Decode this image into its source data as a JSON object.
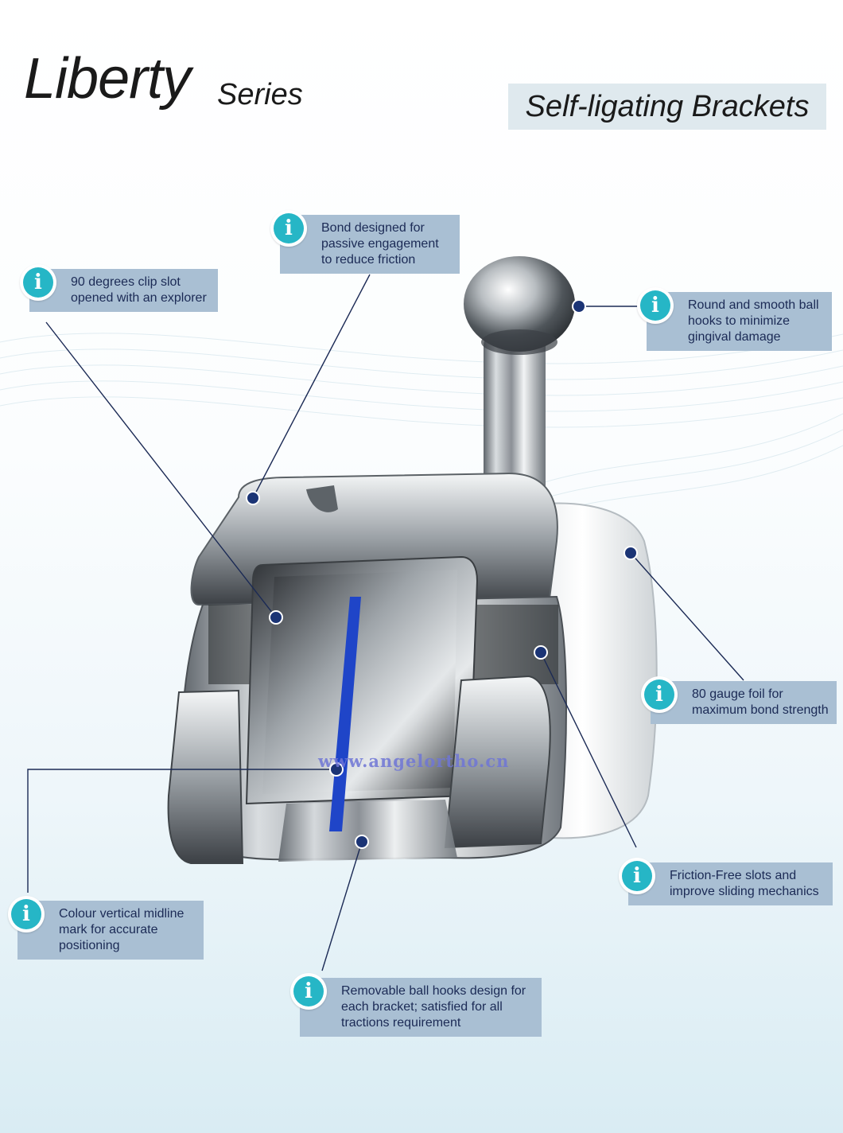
{
  "header": {
    "title": "Liberty",
    "subtitle": "Series",
    "badge": "Self-ligating Brackets"
  },
  "watermark": "www.angelortho.cn",
  "callouts": [
    {
      "text": "90 degrees clip slot opened with an explorer",
      "icon": "info-icon"
    },
    {
      "text": "Bond designed for passive engagement to reduce friction",
      "icon": "info-icon"
    },
    {
      "text": "Round and smooth ball hooks to minimize gingival damage",
      "icon": "info-icon"
    },
    {
      "text": "80 gauge foil for maximum bond strength",
      "icon": "info-icon"
    },
    {
      "text": "Friction-Free slots and improve sliding mechanics",
      "icon": "info-icon"
    },
    {
      "text": "Colour vertical midline mark for accurate positioning",
      "icon": "info-icon"
    },
    {
      "text": "Removable ball hooks design for each bracket; satisfied for all tractions requirement",
      "icon": "info-icon"
    }
  ],
  "colors": {
    "callout_bg": "#a9bfd3",
    "callout_text": "#1b2a55",
    "icon": "#26b6c6",
    "leader_line": "#1b2a55",
    "midline_mark": "#1f45c8"
  }
}
